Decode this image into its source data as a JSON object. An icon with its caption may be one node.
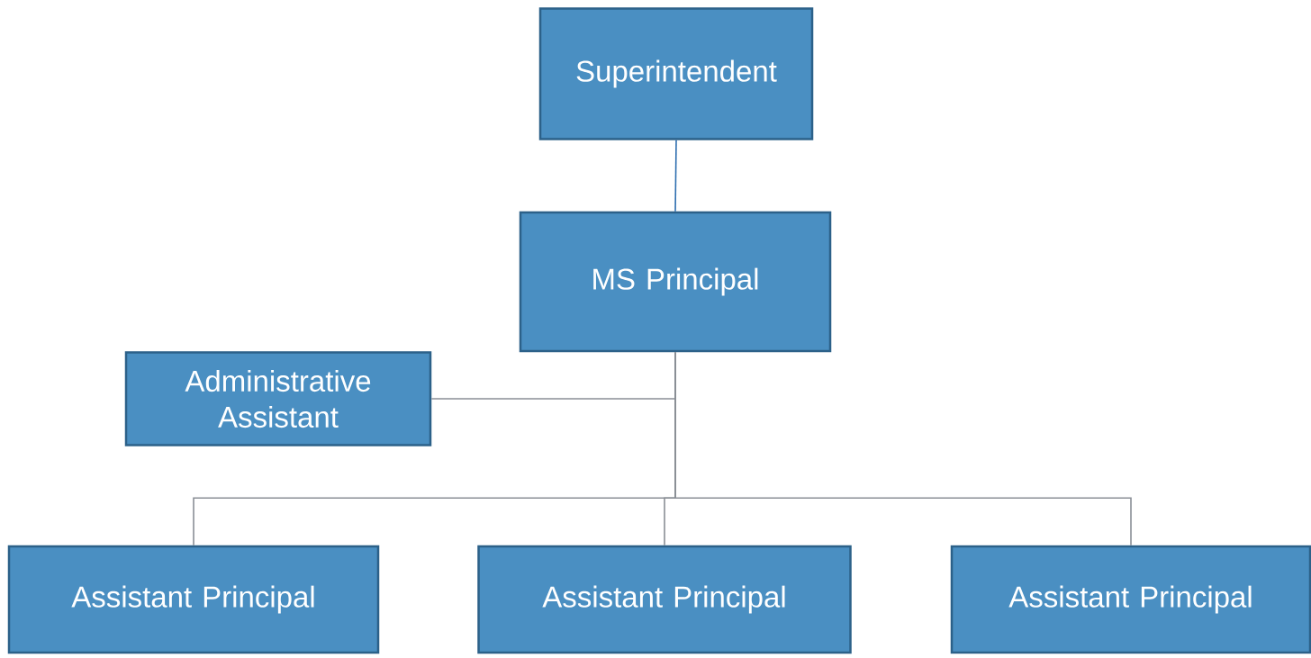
{
  "diagram": {
    "nodes": [
      {
        "text": [
          "Superintendent"
        ]
      },
      {
        "text": [
          "MS Principal"
        ]
      },
      {
        "text": [
          "Administrative Assistant"
        ]
      },
      {
        "text": [
          "Assistant Principal"
        ]
      },
      {
        "text": [
          "Assistant Principal"
        ]
      },
      {
        "text": [
          "Assistant Principal"
        ]
      }
    ],
    "edges": [
      {
        "from": 0,
        "to": 1,
        "arrow": "none",
        "color": "#2f6fb0"
      },
      {
        "from": 1,
        "to": 2,
        "arrow": "none"
      },
      {
        "from": 1,
        "to": 3,
        "arrow": "none"
      },
      {
        "from": 1,
        "to": 4,
        "arrow": "none"
      },
      {
        "from": 1,
        "to": 5,
        "arrow": "none"
      }
    ]
  }
}
